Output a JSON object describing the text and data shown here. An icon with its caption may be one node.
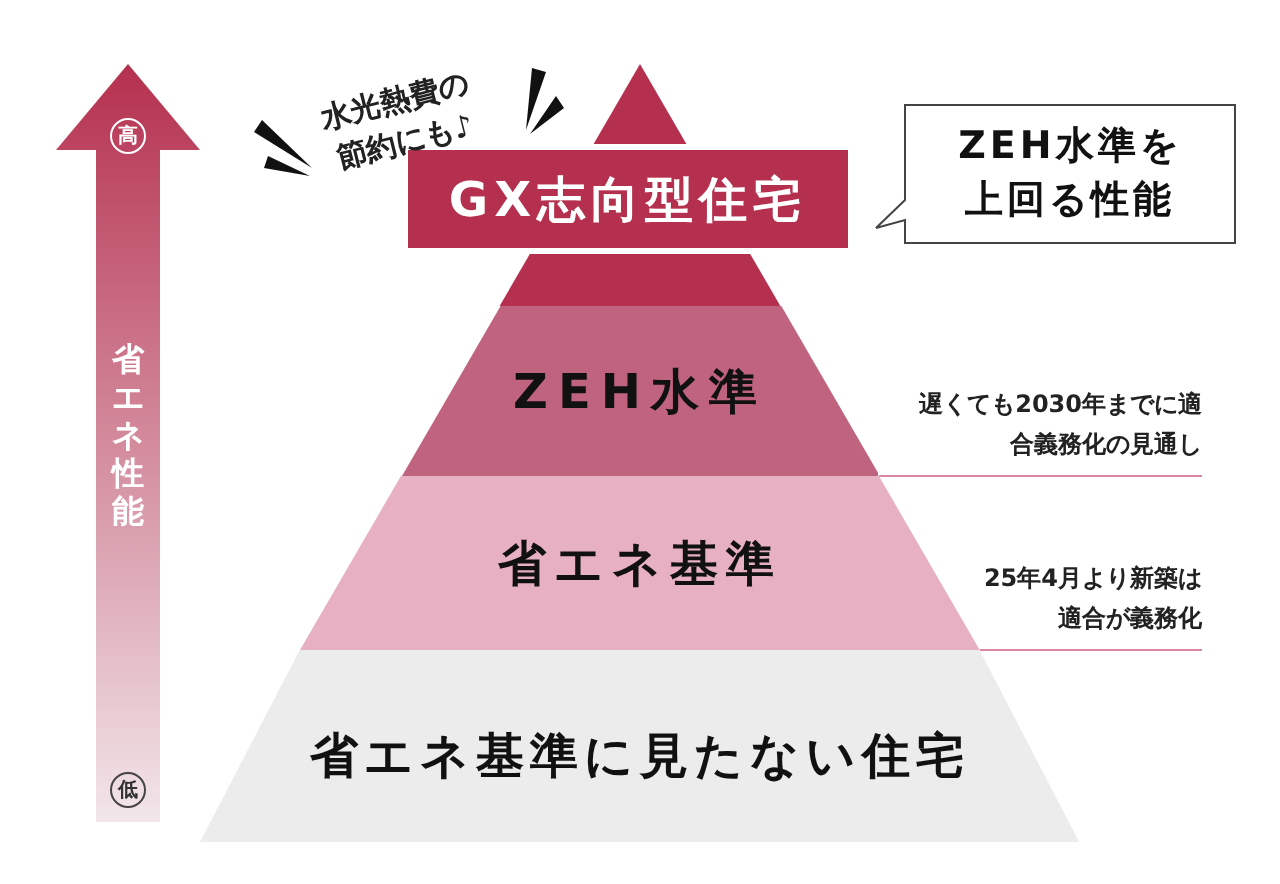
{
  "diagram": {
    "nodes": [
      {
        "text": [
          "GX志向型住宅"
        ]
      },
      {
        "text": [
          "ZEH水準"
        ]
      },
      {
        "text": [
          "省エネ基準"
        ]
      },
      {
        "text": [
          "省エネ基準に見たない住宅"
        ]
      },
      {
        "text": [
          "ZEH水準を上回る性能"
        ]
      }
    ],
    "edges": [],
    "labels": [
      "水光熱費の節約にも♪",
      "高",
      "省エネ性能",
      "遅くても2030年までに適合義務化の見通し",
      "25年4月より新築は適合が義務化",
      "低"
    ]
  }
}
